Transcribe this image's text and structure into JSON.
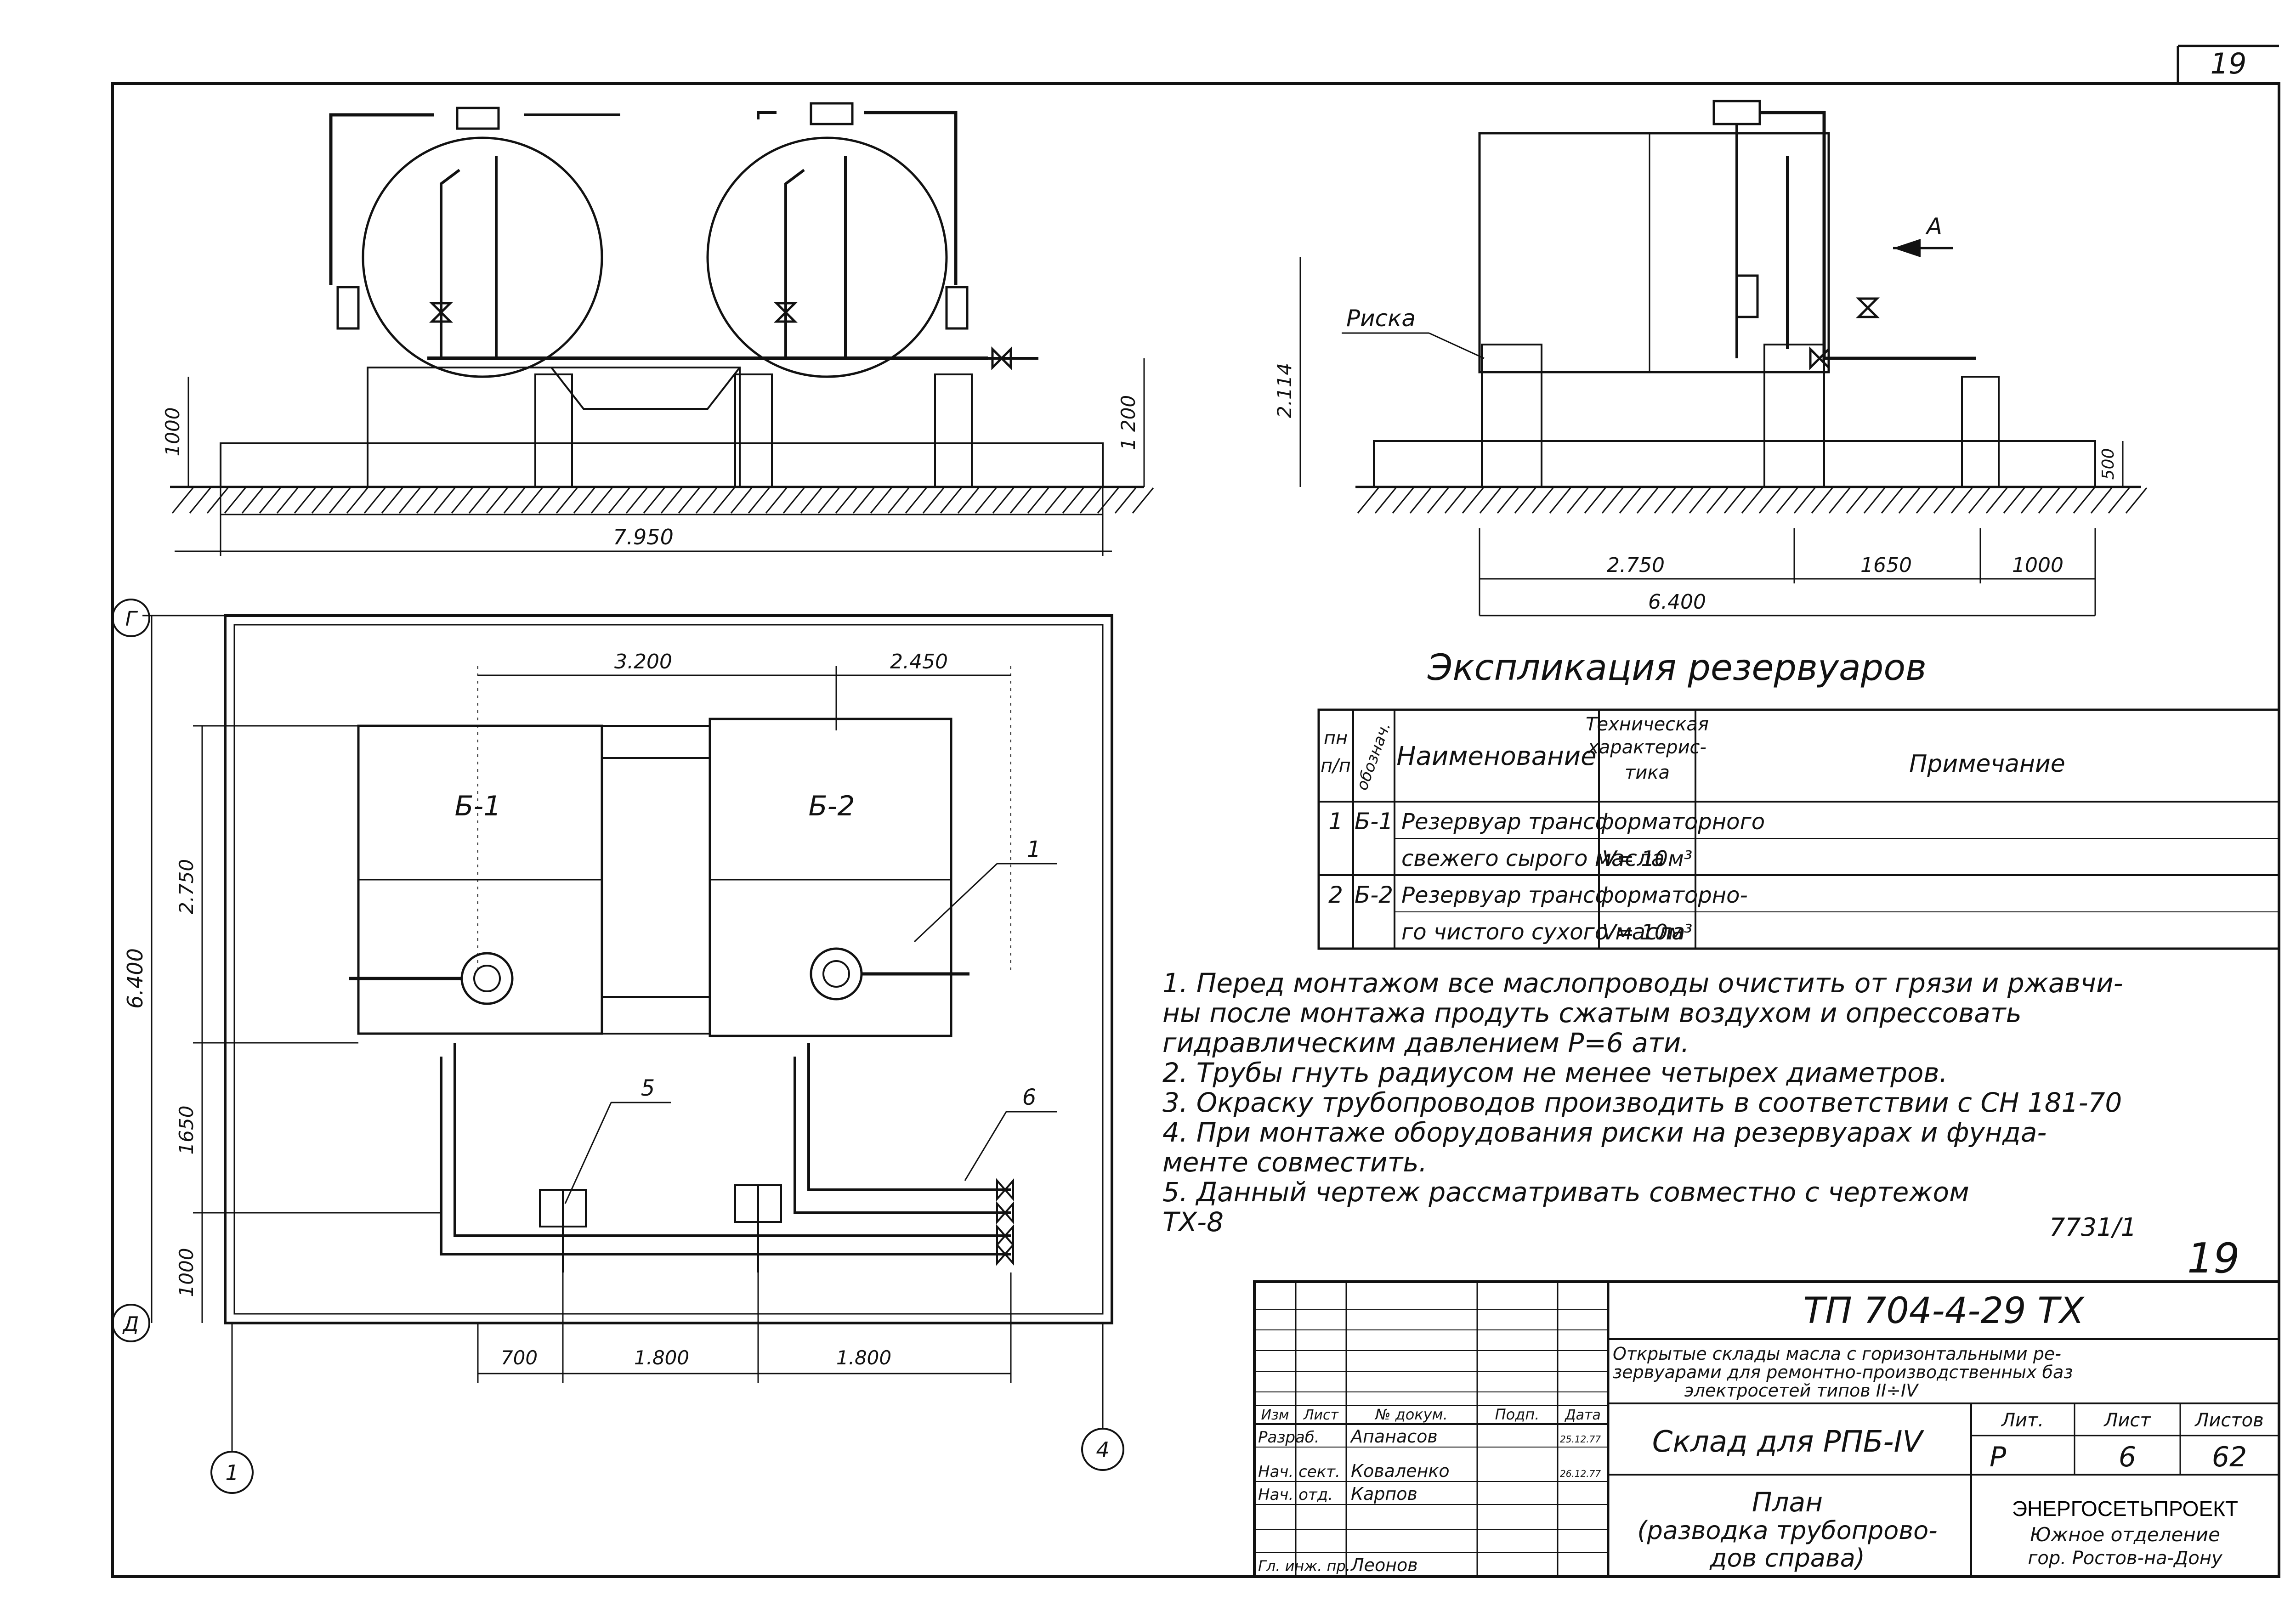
{
  "sheet": {
    "corner_number": "19",
    "handwritten_number": "19",
    "archive_number": "7731/1"
  },
  "front_view": {
    "dim_overall": "7.950",
    "dim_height_1000": "1000",
    "dim_height_1200": "1 200"
  },
  "side_view": {
    "mark_label": "Риска",
    "arrow_label": "А",
    "dim_height": "2.114",
    "dim_500": "500",
    "dim_2750": "2.750",
    "dim_1650": "1650",
    "dim_1000": "1000",
    "dim_overall": "6.400"
  },
  "plan_view": {
    "axis_g": "Г",
    "axis_d": "Д",
    "axis_1": "1",
    "axis_4": "4",
    "tank_b1": "Б-1",
    "tank_b2": "Б-2",
    "dim_3200": "3.200",
    "dim_2450": "2.450",
    "dim_6400": "6.400",
    "dim_2750": "2.750",
    "dim_1650": "1650",
    "dim_1000": "1000",
    "dim_700": "700",
    "dim_1800a": "1.800",
    "dim_1800b": "1.800",
    "callout_1": "1",
    "callout_5": "5",
    "callout_6": "6"
  },
  "explication": {
    "title": "Экспликация резервуаров",
    "headers": {
      "num": [
        "пн",
        "п/п"
      ],
      "designation": "обознач.",
      "name": "Наименование",
      "tech": [
        "Техническая",
        "характерис-",
        "тика"
      ],
      "note": "Примечание"
    },
    "rows": [
      {
        "num": "1",
        "designation": "Б-1",
        "name_line1": "Резервуар трансформаторного",
        "name_line2": "свежего сырого масла",
        "tech": "V= 10м³",
        "note": ""
      },
      {
        "num": "2",
        "designation": "Б-2",
        "name_line1": "Резервуар трансформаторно-",
        "name_line2": "го чистого сухого масла",
        "tech": "V= 10м³",
        "note": ""
      }
    ]
  },
  "notes": [
    "1. Перед монтажом все маслопроводы очистить от грязи и ржавчи-",
    "ны после монтажа продуть сжатым воздухом и опрессовать",
    "гидравлическим давлением Р=6 ати.",
    "2. Трубы гнуть радиусом не менее четырех диаметров.",
    "3. Окраску трубопроводов производить в соответствии с СН 181-70",
    "4. При монтаже оборудования риски на резервуарах и фунда-",
    "менте совместить.",
    "5. Данный чертеж рассматривать совместно с чертежом",
    "ТХ-8"
  ],
  "title_block": {
    "doc_code": "ТП 704-4-29 ТХ",
    "project_line1": "Открытые склады масла с горизонтальными ре-",
    "project_line2": "зервуарами для ремонтно-производственных баз",
    "project_line3": "электросетей типов II÷IV",
    "col_izm": "Изм",
    "col_list": "Лист",
    "col_doc": "№ докум.",
    "col_sign": "Подп.",
    "col_date": "Дата",
    "people": [
      {
        "role": "Разраб.",
        "name": "Апанасов",
        "date": "25.12.77"
      },
      {
        "role": "Нач. сект.",
        "name": "Коваленко",
        "date": "26.12.77"
      },
      {
        "role": "Нач. отд.",
        "name": "Карпов",
        "date": ""
      },
      {
        "role": "Гл. инж. пр.",
        "name": "Леонов",
        "date": ""
      }
    ],
    "object_title": "Склад для РПБ-IV",
    "sheet_title_line1": "План",
    "sheet_title_line2": "(разводка трубопрово-",
    "sheet_title_line3": "дов справа)",
    "lit_label": "Лит.",
    "list_label": "Лист",
    "listov_label": "Листов",
    "lit_value": "Р",
    "list_value": "6",
    "listov_value": "62",
    "org_line1": "ЭНЕРГОСЕТЬПРОЕКТ",
    "org_line2": "Южное отделение",
    "org_line3": "гор. Ростов-на-Дону"
  }
}
